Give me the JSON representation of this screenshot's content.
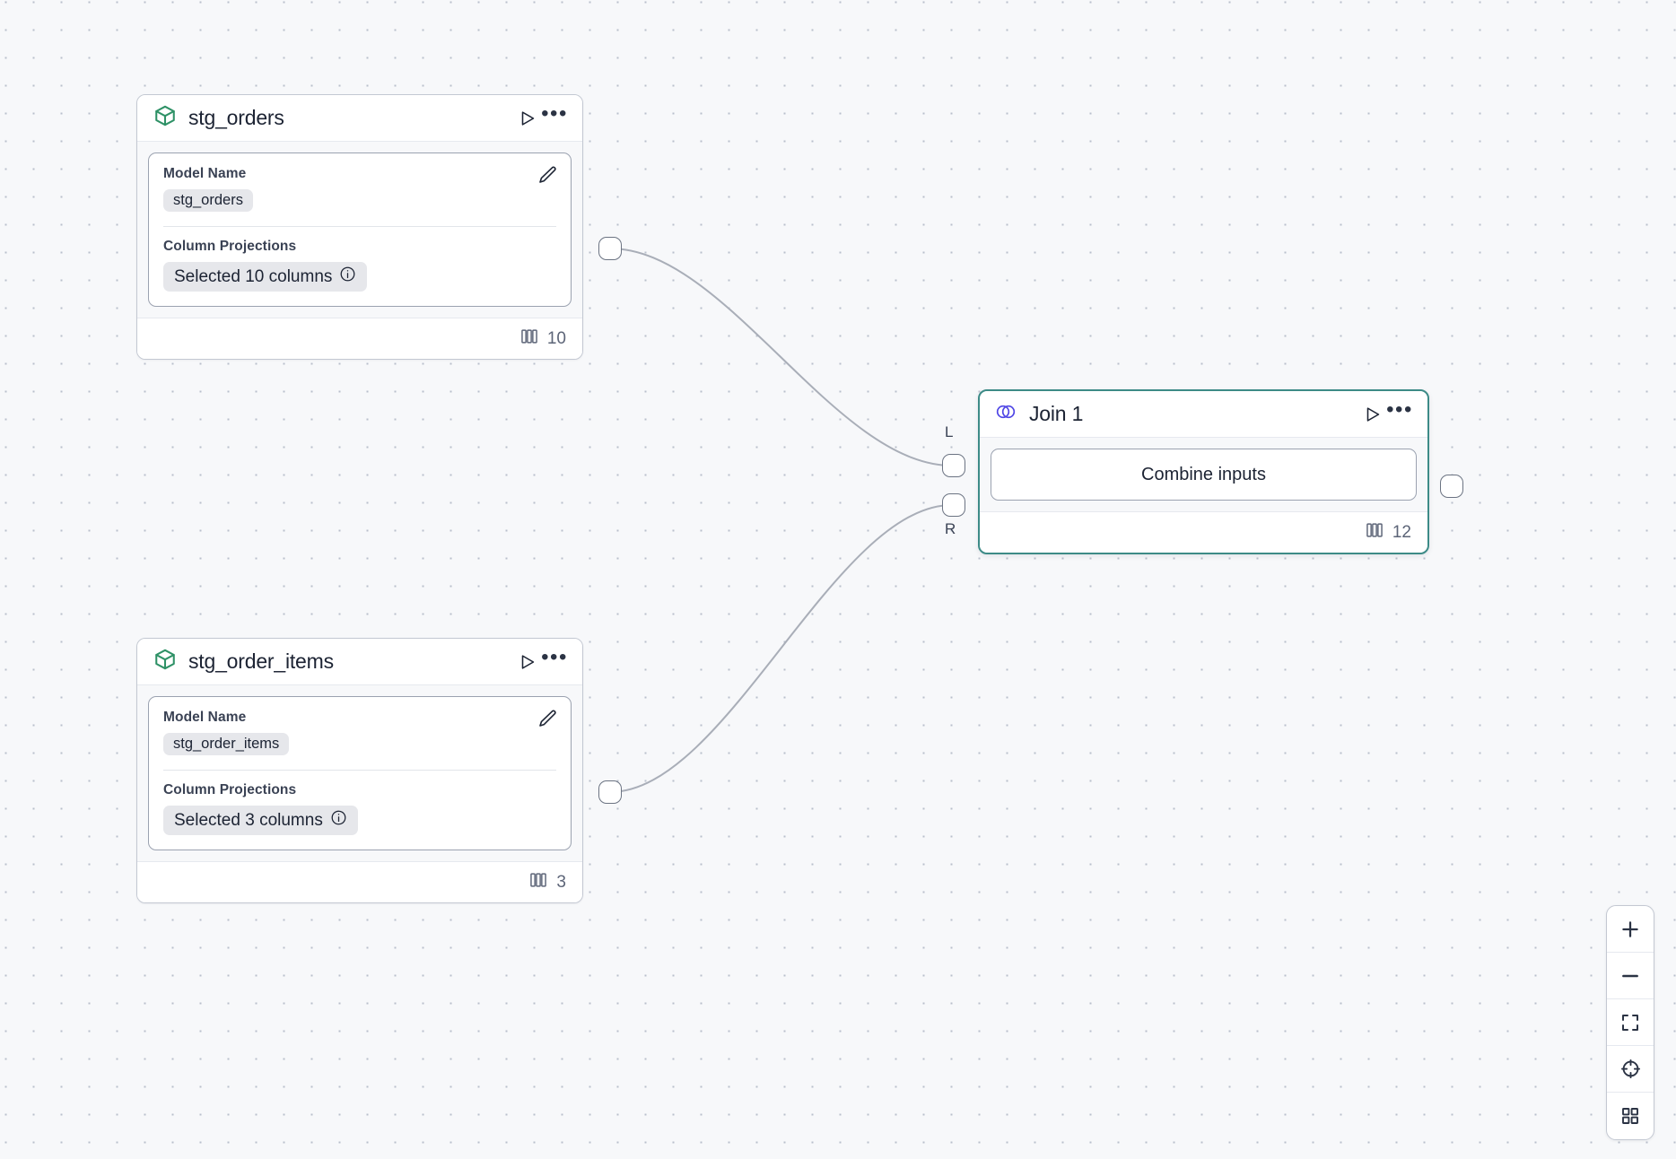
{
  "canvas": {
    "background_color": "#f7f8fa",
    "dot_color": "#b9bfcc"
  },
  "colors": {
    "model_icon": "#2e9166",
    "join_icon": "#4f46e5",
    "selected_border": "#3d8b87",
    "edge": "#a9aeb8"
  },
  "nodes": [
    {
      "id": "stg_orders",
      "type": "model",
      "icon": "cube-icon",
      "title": "stg_orders",
      "selected": false,
      "fields": [
        {
          "label": "Model Name",
          "value": "stg_orders"
        },
        {
          "label": "Column Projections",
          "value": "Selected 10 columns"
        }
      ],
      "footer": {
        "icon": "columns-icon",
        "count": "10"
      },
      "header_actions": [
        {
          "name": "run-button",
          "icon": "play-icon"
        },
        {
          "name": "more-options-button",
          "icon": "ellipsis-icon",
          "label": "•••"
        }
      ],
      "edit_action": {
        "name": "edit-button",
        "icon": "pencil-icon"
      },
      "info_action": {
        "name": "info-button",
        "icon": "info-icon",
        "label": "i"
      }
    },
    {
      "id": "stg_order_items",
      "type": "model",
      "icon": "cube-icon",
      "title": "stg_order_items",
      "selected": false,
      "fields": [
        {
          "label": "Model Name",
          "value": "stg_order_items"
        },
        {
          "label": "Column Projections",
          "value": "Selected 3 columns"
        }
      ],
      "footer": {
        "icon": "columns-icon",
        "count": "3"
      },
      "header_actions": [
        {
          "name": "run-button",
          "icon": "play-icon"
        },
        {
          "name": "more-options-button",
          "icon": "ellipsis-icon",
          "label": "•••"
        }
      ],
      "edit_action": {
        "name": "edit-button",
        "icon": "pencil-icon"
      },
      "info_action": {
        "name": "info-button",
        "icon": "info-icon",
        "label": "i"
      }
    },
    {
      "id": "join_1",
      "type": "join",
      "icon": "join-venn-icon",
      "title": "Join 1",
      "selected": true,
      "body_label": "Combine inputs",
      "input_handles": [
        {
          "name": "left-input-handle",
          "label": "L"
        },
        {
          "name": "right-input-handle",
          "label": "R"
        }
      ],
      "footer": {
        "icon": "columns-icon",
        "count": "12"
      },
      "header_actions": [
        {
          "name": "run-button",
          "icon": "play-icon"
        },
        {
          "name": "more-options-button",
          "icon": "ellipsis-icon",
          "label": "•••"
        }
      ]
    }
  ],
  "toolbar": {
    "buttons": [
      {
        "name": "zoom-in-button",
        "icon": "plus-icon"
      },
      {
        "name": "zoom-out-button",
        "icon": "minus-icon"
      },
      {
        "name": "fit-view-button",
        "icon": "fit-screen-icon"
      },
      {
        "name": "center-view-button",
        "icon": "crosshair-icon"
      },
      {
        "name": "toggle-grid-button",
        "icon": "grid-icon"
      }
    ]
  }
}
